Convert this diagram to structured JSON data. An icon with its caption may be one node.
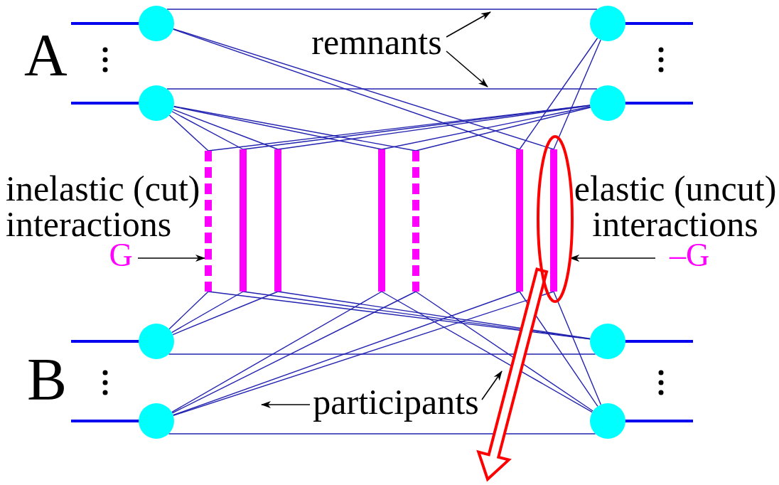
{
  "diagram": {
    "nodes": [
      {
        "text": [],
        "shape": "circle"
      },
      {
        "text": [],
        "shape": "circle"
      },
      {
        "text": [
          "remnants"
        ]
      },
      {
        "text": [],
        "shape": "circle"
      },
      {
        "text": [],
        "shape": "circle"
      },
      {
        "text": [],
        "shape": "bar"
      },
      {
        "text": [],
        "shape": "bar"
      },
      {
        "text": [],
        "shape": "bar"
      },
      {
        "text": [],
        "shape": "bar"
      },
      {
        "text": [],
        "shape": "bar"
      },
      {
        "text": [],
        "shape": "bar"
      },
      {
        "text": [],
        "shape": "ellipse"
      },
      {
        "text": [],
        "shape": "bar",
        "in": 11
      },
      {
        "text": [
          "inelastic (cut) interactions"
        ]
      },
      {
        "text": [
          "elastic (uncut) interactions"
        ]
      },
      {
        "text": [
          "G"
        ]
      },
      {
        "text": [
          "–G"
        ]
      },
      {
        "text": [],
        "shape": "circle"
      },
      {
        "text": [],
        "shape": "circle"
      },
      {
        "text": [
          "participants"
        ]
      },
      {
        "text": [],
        "shape": "circle"
      },
      {
        "text": [],
        "shape": "circle"
      }
    ],
    "edges": [
      {
        "from": 0,
        "to": 1,
        "arrow": "none"
      },
      {
        "from": 0,
        "to": 10,
        "arrow": "none"
      },
      {
        "from": 0,
        "to": 12,
        "arrow": "none"
      },
      {
        "from": 1,
        "to": 10,
        "arrow": "none"
      },
      {
        "from": 1,
        "to": 12,
        "arrow": "none"
      },
      {
        "from": 3,
        "to": 4,
        "arrow": "none"
      },
      {
        "from": 3,
        "to": 5,
        "arrow": "none"
      },
      {
        "from": 3,
        "to": 6,
        "arrow": "none"
      },
      {
        "from": 3,
        "to": 7,
        "arrow": "none"
      },
      {
        "from": 3,
        "to": 8,
        "arrow": "none"
      },
      {
        "from": 3,
        "to": 9,
        "arrow": "none"
      },
      {
        "from": 4,
        "to": 5,
        "arrow": "none"
      },
      {
        "from": 4,
        "to": 6,
        "arrow": "none"
      },
      {
        "from": 4,
        "to": 7,
        "arrow": "none"
      },
      {
        "from": 4,
        "to": 8,
        "arrow": "none"
      },
      {
        "from": 4,
        "to": 9,
        "arrow": "none"
      },
      {
        "from": 2,
        "to": null,
        "arrow": "to",
        "color": "#000000"
      },
      {
        "from": 2,
        "to": null,
        "arrow": "to",
        "color": "#000000"
      },
      {
        "from": 15,
        "to": 5,
        "arrow": "to",
        "color": "#000000"
      },
      {
        "from": 16,
        "to": 11,
        "arrow": "to",
        "color": "#000000"
      },
      {
        "from": 17,
        "to": 18,
        "arrow": "none"
      },
      {
        "from": 17,
        "to": 5,
        "arrow": "none"
      },
      {
        "from": 17,
        "to": 6,
        "arrow": "none"
      },
      {
        "from": 17,
        "to": 7,
        "arrow": "none"
      },
      {
        "from": 5,
        "to": 18,
        "arrow": "none"
      },
      {
        "from": 6,
        "to": 18,
        "arrow": "none"
      },
      {
        "from": 7,
        "to": 18,
        "arrow": "none"
      },
      {
        "from": 20,
        "to": 21,
        "arrow": "none"
      },
      {
        "from": 20,
        "to": 8,
        "arrow": "none"
      },
      {
        "from": 20,
        "to": 9,
        "arrow": "none"
      },
      {
        "from": 20,
        "to": 10,
        "arrow": "none"
      },
      {
        "from": 20,
        "to": 12,
        "arrow": "none"
      },
      {
        "from": 8,
        "to": 21,
        "arrow": "none"
      },
      {
        "from": 9,
        "to": 21,
        "arrow": "none"
      },
      {
        "from": 10,
        "to": 21,
        "arrow": "none"
      },
      {
        "from": 12,
        "to": 21,
        "arrow": "none"
      },
      {
        "from": 19,
        "to": null,
        "arrow": "to",
        "color": "#000000"
      },
      {
        "from": 19,
        "to": null,
        "arrow": "to",
        "color": "#000000"
      },
      {
        "from": 11,
        "to": null,
        "arrow": "to",
        "style": "thick",
        "color": "#ff0000"
      }
    ],
    "labels": [
      "A",
      "B"
    ]
  }
}
